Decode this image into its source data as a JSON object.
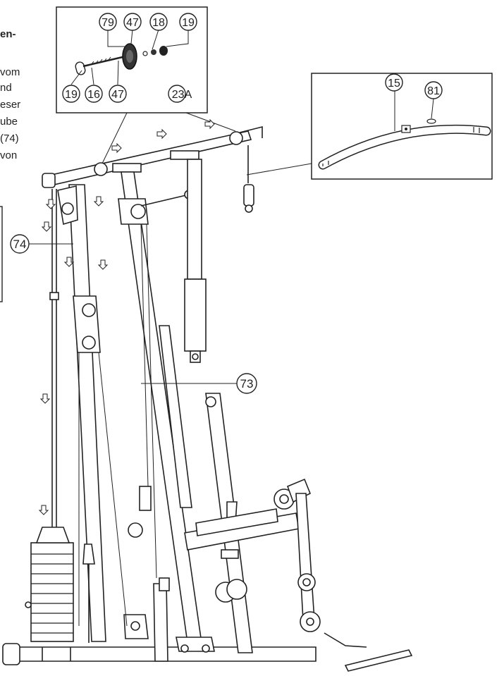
{
  "text_fragments": [
    {
      "text": "en-",
      "bold": true
    },
    {
      "text": "vom",
      "bold": false
    },
    {
      "text": "nd",
      "bold": false
    },
    {
      "text": "eser",
      "bold": false
    },
    {
      "text": "ube",
      "bold": false
    },
    {
      "text": "(74)",
      "bold": false
    },
    {
      "text": "von",
      "bold": false
    }
  ],
  "detail_callouts": {
    "top_row": [
      "79",
      "47",
      "18",
      "19"
    ],
    "bottom_row": [
      "19",
      "16",
      "47"
    ],
    "sheet_label": "23A"
  },
  "bar_detail_callouts": [
    "15",
    "81"
  ],
  "main_callouts": [
    "74",
    "73"
  ]
}
